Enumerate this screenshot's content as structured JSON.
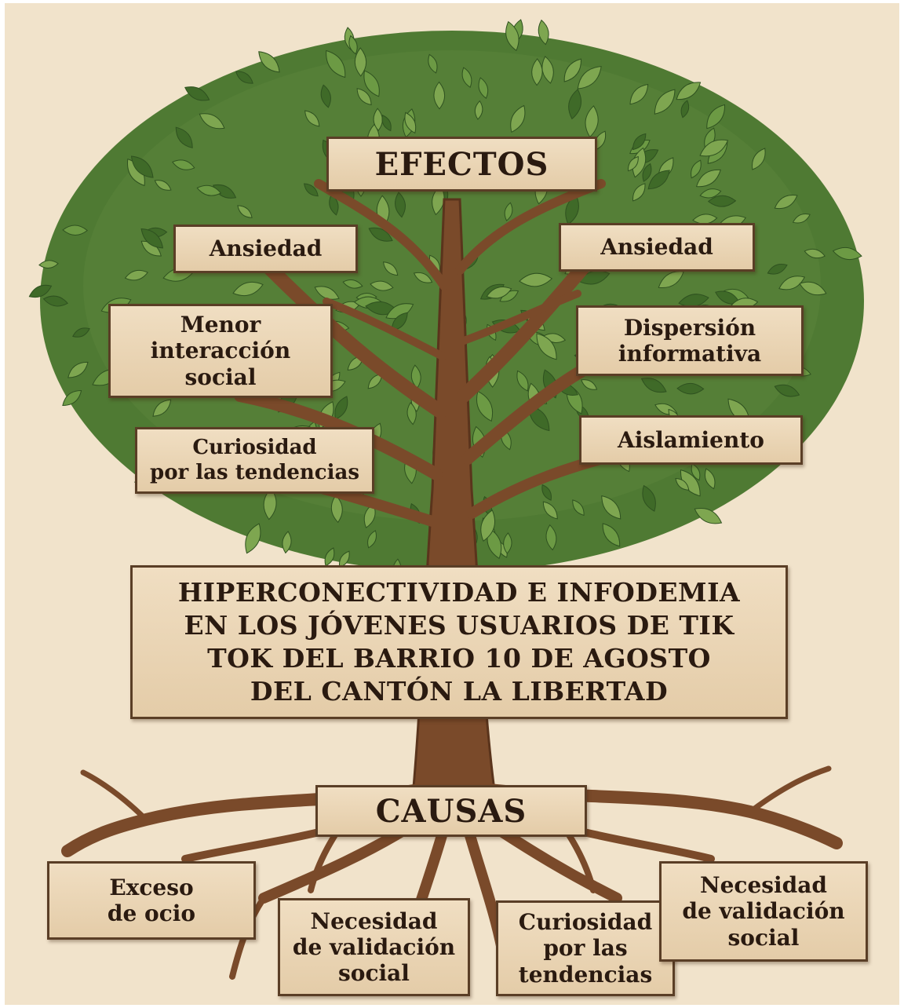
{
  "effects_title": "EFECTOS",
  "causes_title": "CAUSAS",
  "effects": [
    {
      "text": "Ansiedad"
    },
    {
      "text": "Ansiedad"
    },
    {
      "text": "Menor\ninteracción\nsocial"
    },
    {
      "text": "Dispersión\ninformativa"
    },
    {
      "text": "Curiosidad\npor las tendencias"
    },
    {
      "text": "Aislamiento"
    }
  ],
  "problem": "HIPERCONECTIVIDAD E INFODEMIA\nEN LOS JÓVENES USUARIOS DE TIK\nTOK DEL BARRIO 10 DE AGOSTO\nDEL CANTÓN LA LIBERTAD",
  "causes": [
    {
      "text": "Exceso\nde ocio"
    },
    {
      "text": "Necesidad\nde validación\nsocial"
    },
    {
      "text": "Curiosidad\npor las\ntendencias"
    },
    {
      "text": "Necesidad\nde validación\nsocial"
    }
  ],
  "colors": {
    "background": "#f1e3cb",
    "leaf_dark": "#4f7a33",
    "leaf_light": "#7ea650",
    "trunk": "#7a4a2a",
    "box_fill": "#ead5b5",
    "box_border": "#5a3e26",
    "text": "#2a1a10"
  }
}
